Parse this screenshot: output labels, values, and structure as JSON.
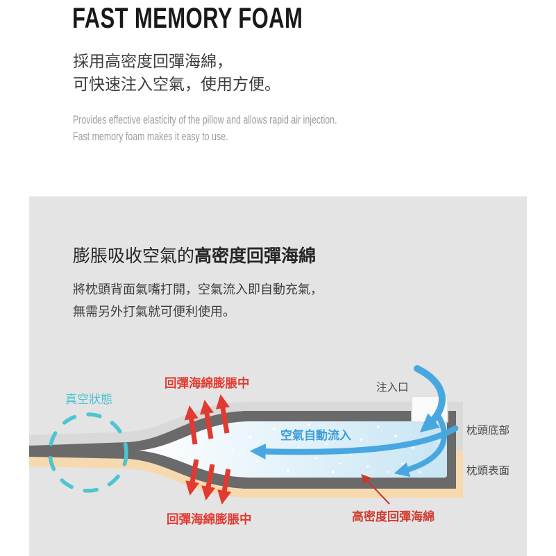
{
  "hero": {
    "title": "FAST MEMORY FOAM",
    "intro_zh_line1": "採用高密度回彈海綿，",
    "intro_zh_line2": "可快速注入空氣，使用方便。",
    "intro_en_line1": "Provides effective elasticity of the pillow and allows rapid air injection.",
    "intro_en_line2": "Fast memory foam makes it easy to use."
  },
  "feature": {
    "heading_prefix": "膨脹吸收空氣的",
    "heading_emphasis": "高密度回彈海綿",
    "body_line1": "將枕頭背面氣嘴打開，空氣流入即自動充氣，",
    "body_line2": "無需另外打氣就可便利使用。"
  },
  "diagram": {
    "labels": {
      "vacuum_state": "真空狀態",
      "foam_expanding_top": "回彈海綿膨脹中",
      "foam_expanding_bottom": "回彈海綿膨脹中",
      "air_inlet": "注入口",
      "air_auto_flow": "空氣自動流入",
      "pillow_bottom": "枕頭底部",
      "pillow_surface": "枕頭表面",
      "high_density_foam": "高密度回彈海綿"
    },
    "colors": {
      "panel_bg": "#e4e4e4",
      "teal": "#4cc5d0",
      "red": "#e23a30",
      "dark_red_label": "#d23b2f",
      "blue": "#49a7e0",
      "blue_text": "#3f9ed8",
      "pillow_outline_dark": "#6a6a6a",
      "pillow_top_fabric": "#d9d9d9",
      "pillow_surface_peach": "#f6d9ae",
      "foam_interior_blue": "#c7e5f4",
      "label_gray": "#4b4b4b"
    }
  }
}
